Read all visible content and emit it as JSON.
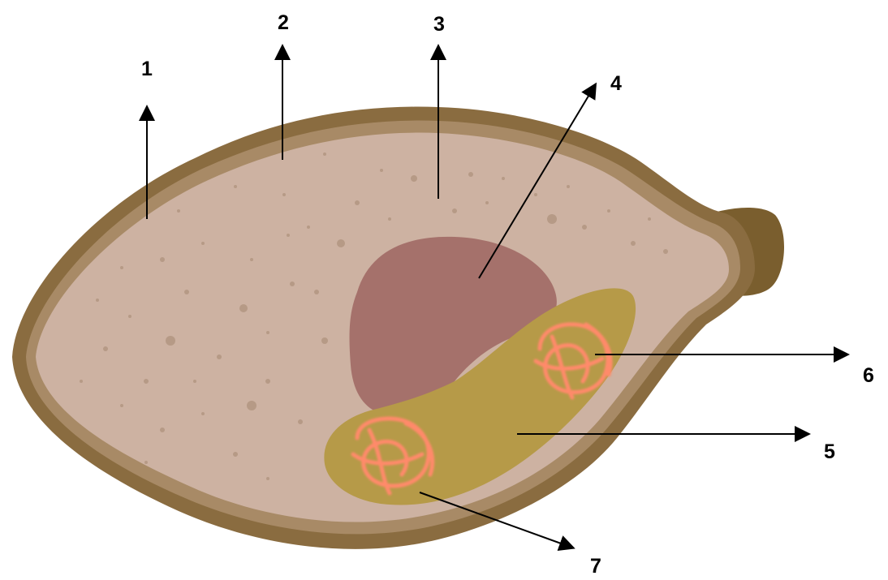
{
  "labels": {
    "l1": "1",
    "l2": "2",
    "l3": "3",
    "l4": "4",
    "l5": "5",
    "l6": "6",
    "l7": "7"
  },
  "colors": {
    "wall_outer": "#8a6c40",
    "wall_inner": "#a88a66",
    "cytoplasm": "#cdb2a2",
    "granules": "#b69a86",
    "vacuole_body": "#a5716b",
    "sac": "#b69a48",
    "chromatin": "#ff8a6a",
    "tip": "#7a5e2e",
    "arrow": "#000000"
  }
}
